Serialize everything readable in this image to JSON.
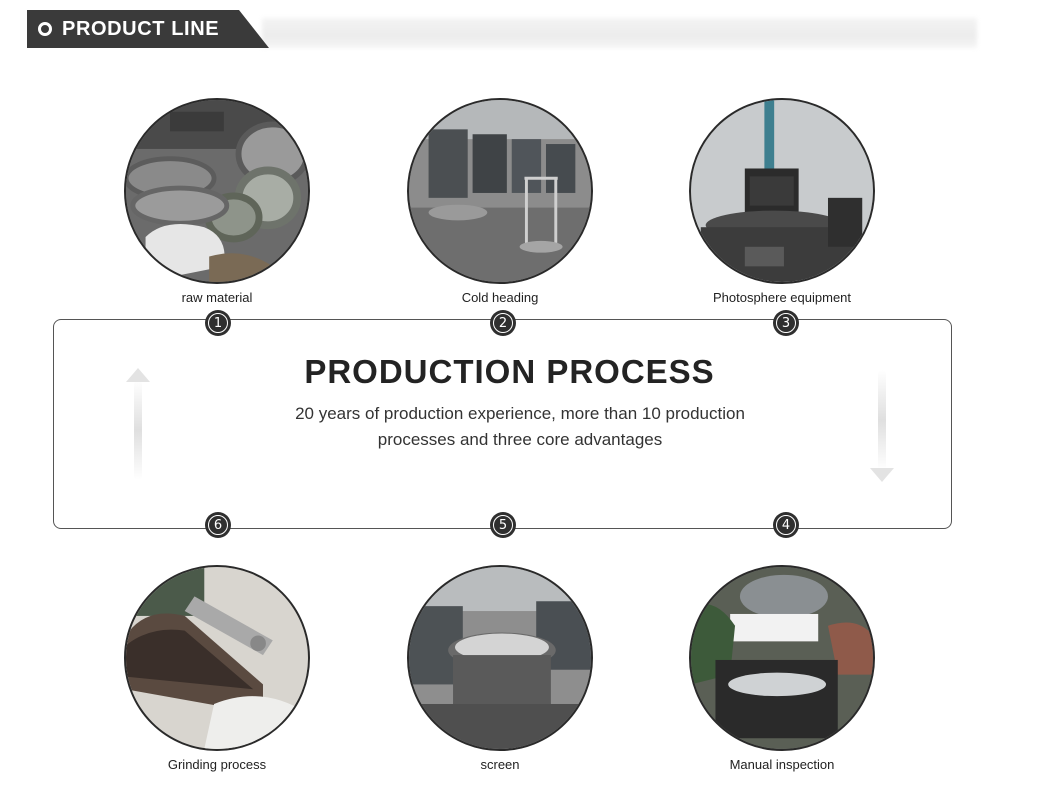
{
  "header": {
    "title": "PRODUCT LINE"
  },
  "process": {
    "title": "PRODUCTION PROCESS",
    "subtitle_line1": "20 years of production experience, more than 10 production",
    "subtitle_line2": "processes and three core advantages"
  },
  "steps": [
    {
      "number": "1",
      "label": "raw material"
    },
    {
      "number": "2",
      "label": "Cold heading"
    },
    {
      "number": "3",
      "label": "Photosphere equipment"
    },
    {
      "number": "4",
      "label": "Manual inspection"
    },
    {
      "number": "5",
      "label": "screen"
    },
    {
      "number": "6",
      "label": "Grinding process"
    }
  ],
  "colors": {
    "banner": "#3a3a3a",
    "badge": "#2f2f2f",
    "border": "#555555"
  }
}
